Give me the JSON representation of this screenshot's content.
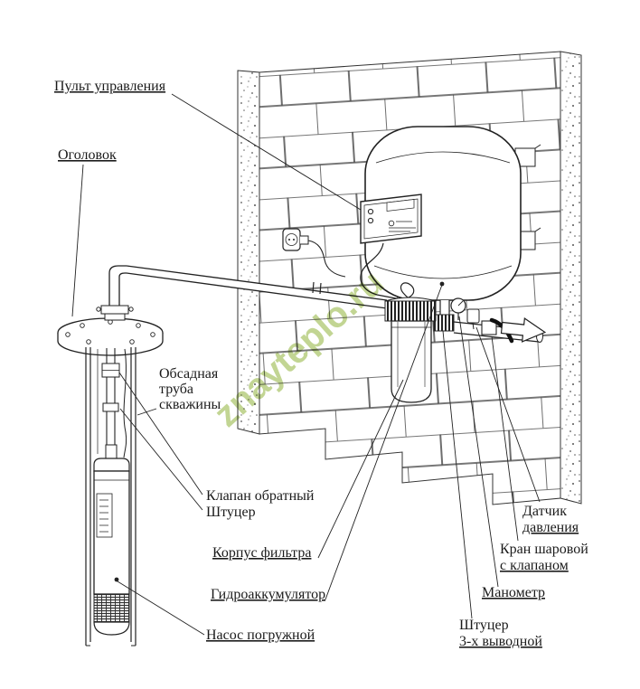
{
  "watermark": {
    "text": "znayteplo.ru",
    "color": "#8fb33a"
  },
  "labels": {
    "control_panel": "Пульт управления",
    "well_head": "Оголовок",
    "casing_l1": "Обсадная",
    "casing_l2": "труба",
    "casing_l3": "скважины",
    "check_valve": "Клапан обратный",
    "check_valve_fitting": "Штуцер",
    "filter_housing": "Корпус фильтра",
    "hydroaccumulator": "Гидроаккумулятор",
    "submersible_pump": "Насос погружной",
    "pressure_sensor_l1": "Датчик",
    "pressure_sensor_l2": "давления",
    "ball_valve_l1": "Кран шаровой",
    "ball_valve_l2": "с клапаном",
    "pressure_gauge": "Манометр",
    "fitting_3way_l1": "Штуцер",
    "fitting_3way_l2": "3-х выводной"
  }
}
